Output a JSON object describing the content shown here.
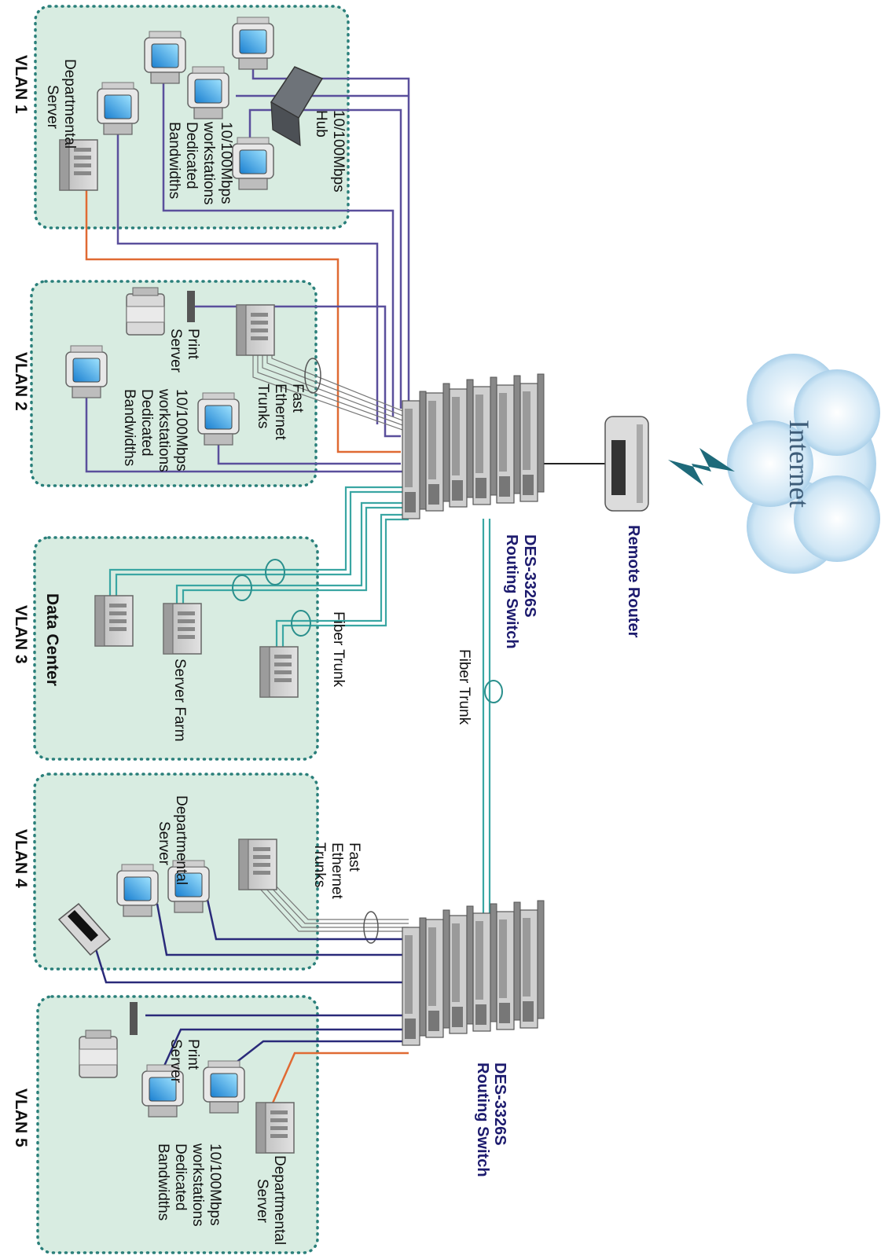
{
  "cloud_label": "Internet",
  "router_label": "Remote Router",
  "switch_top": {
    "line1": "DES-3326S",
    "line2": "Routing Switch"
  },
  "switch_bottom": {
    "line1": "DES-3326S",
    "line2": "Routing Switch"
  },
  "fiber_trunk_main": "Fiber Trunk",
  "fiber_trunk_dc": "Fiber Trunk",
  "vlan1": {
    "title": "VLAN 1",
    "hub": {
      "line1": "10/100Mbps",
      "line2": "Hub"
    },
    "workstations": {
      "line1": "10/100Mbps",
      "line2": "workstations",
      "line3": "Dedicated",
      "line4": "Bandwidths"
    },
    "server": {
      "line1": "Departmental",
      "line2": "Server"
    }
  },
  "vlan2": {
    "title": "VLAN 2",
    "trunks": {
      "line1": "Fast",
      "line2": "Ethernet",
      "line3": "Trunks"
    },
    "print_server": {
      "line1": "Print",
      "line2": "Server"
    },
    "workstations": {
      "line1": "10/100Mbps",
      "line2": "workstations",
      "line3": "Dedicated",
      "line4": "Bandwidths"
    }
  },
  "vlan3": {
    "title": "VLAN 3",
    "subtitle": "Data Center",
    "server_farm": "Server Farm"
  },
  "vlan4": {
    "title": "VLAN 4",
    "trunks": {
      "line1": "Fast",
      "line2": "Ethernet",
      "line3": "Trunks"
    },
    "server": {
      "line1": "Departmental",
      "line2": "Server"
    }
  },
  "vlan5": {
    "title": "VLAN 5",
    "print_server": {
      "line1": "Print",
      "line2": "Server"
    },
    "workstations": {
      "line1": "10/100Mbps",
      "line2": "workstations",
      "line3": "Dedicated",
      "line4": "Bandwidths"
    },
    "server": {
      "line1": "Departmental",
      "line2": "Server"
    }
  }
}
